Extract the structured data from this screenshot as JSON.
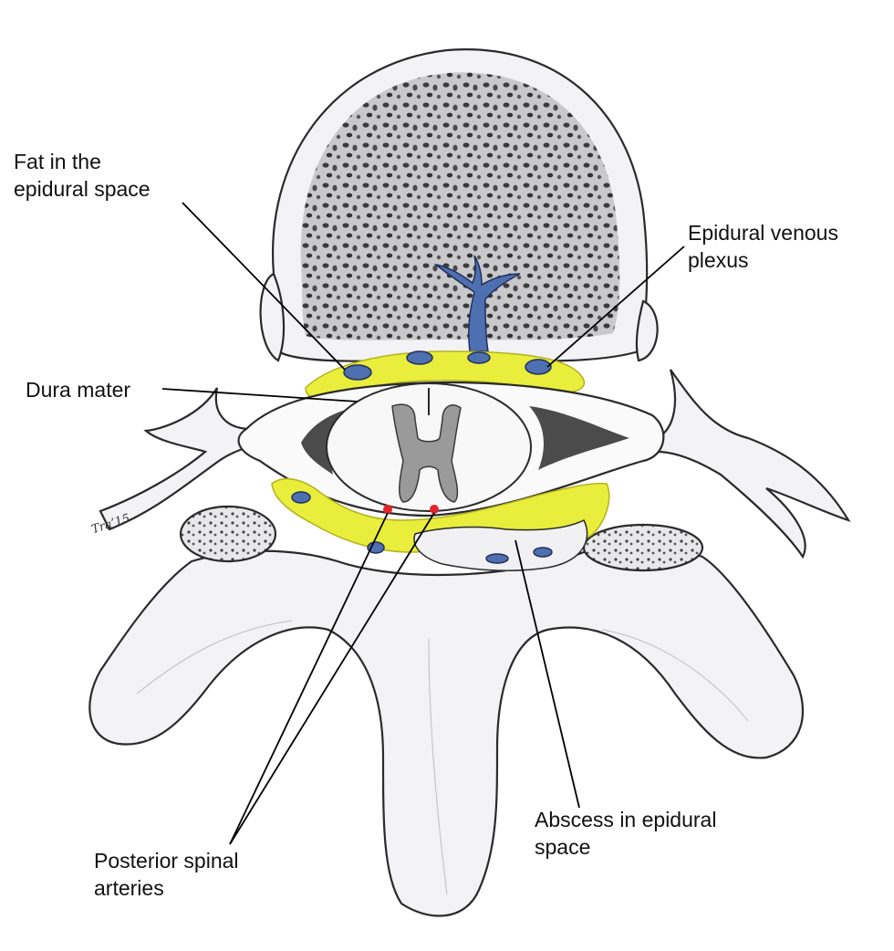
{
  "labels": {
    "fat_epidural": {
      "line1": "Fat in the",
      "line2": "epidural space"
    },
    "venous_plexus": {
      "line1": "Epidural venous",
      "line2": "plexus"
    },
    "dura_mater": {
      "line1": "Dura mater"
    },
    "posterior_arteries": {
      "line1": "Posterior spinal",
      "line2": "arteries"
    },
    "abscess": {
      "line1": "Abscess in epidural",
      "line2": "space"
    },
    "signature": "Tra’15"
  },
  "colors": {
    "fat": "#e9ee3c",
    "vein": "#4f70b0",
    "artery": "#e3242b",
    "bone": "#f3f3f6",
    "trabecular": "#4a4a4a"
  }
}
